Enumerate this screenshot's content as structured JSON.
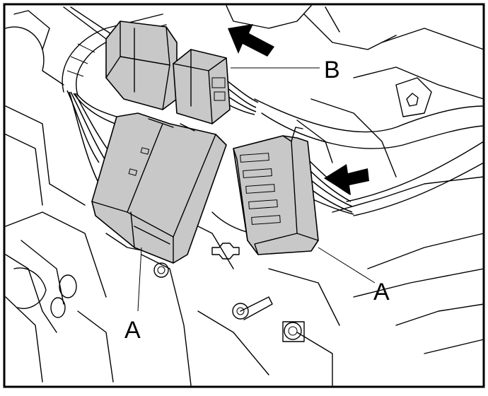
{
  "colors": {
    "line": "#000000",
    "connector_fill": "#c8c8c8",
    "background": "#ffffff"
  },
  "callouts": {
    "b": "B",
    "a_left": "A",
    "a_right": "A"
  },
  "icons": {
    "arrow_b": "push-direction-arrow",
    "arrow_a": "release-arrow"
  }
}
